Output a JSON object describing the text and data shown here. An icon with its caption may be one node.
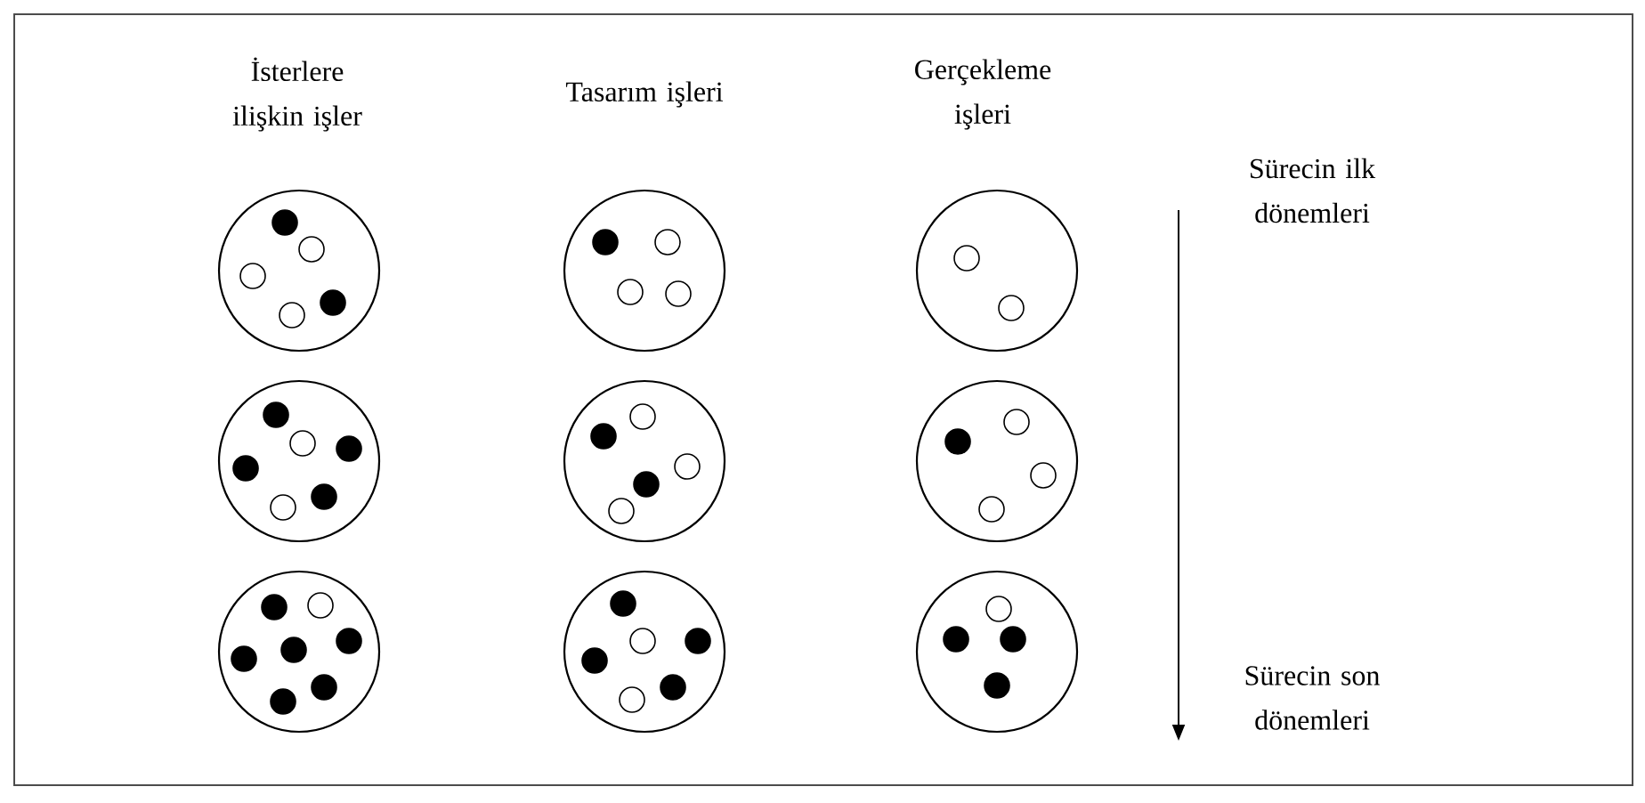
{
  "diagram": {
    "nodes": [
      {
        "text": [],
        "shape": "circle"
      },
      {
        "text": [],
        "shape": "circle"
      },
      {
        "text": [],
        "shape": "circle"
      },
      {
        "text": [],
        "shape": "circle"
      },
      {
        "text": [],
        "shape": "circle"
      },
      {
        "text": [],
        "shape": "circle"
      },
      {
        "text": [],
        "shape": "circle"
      },
      {
        "text": [],
        "shape": "circle"
      },
      {
        "text": [],
        "shape": "circle"
      }
    ],
    "labels": [
      "İsterlere ilişkin işler",
      "Tasarım işleri",
      "Gerçekleme işleri",
      "Sürecin ilk dönemleri",
      "Sürecin son dönemleri"
    ]
  }
}
